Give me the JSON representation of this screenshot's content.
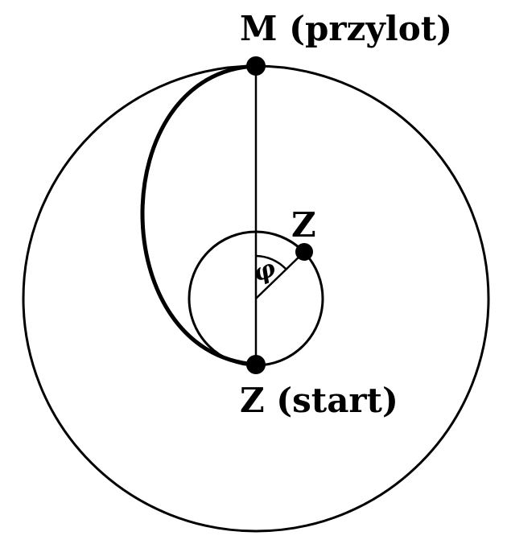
{
  "labels": {
    "arrival": "M (przylot)",
    "start": "Z (start)",
    "earth_now": "Z",
    "angle": "φ"
  },
  "colors": {
    "stroke": "#000000",
    "background": "#ffffff"
  }
}
